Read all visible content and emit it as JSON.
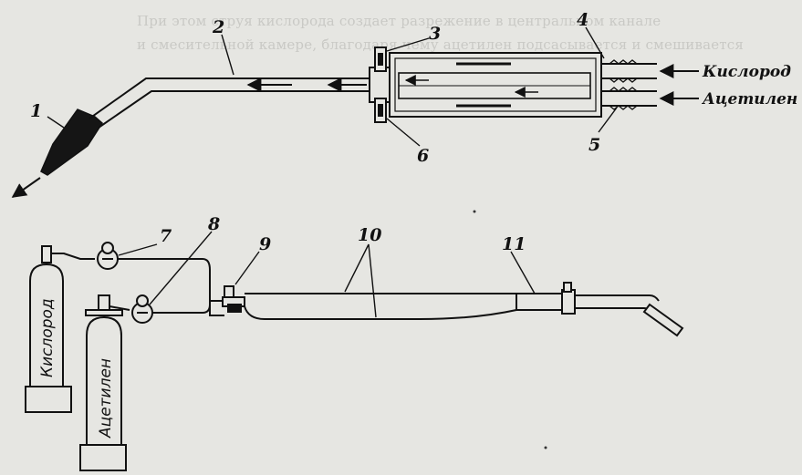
{
  "bleed_text": [
    "При этом струя кислорода создает разрежение в центральном канале",
    "и смесительной камере, благодаря чему ацетилен подсасывается и смешивается"
  ],
  "torch_labels": {
    "tip": "1",
    "tube": "2",
    "nut": "3",
    "oxygen_nipple": "4",
    "acetylene_nipple": "5",
    "valve_nut": "6"
  },
  "gas_labels": {
    "oxygen": "Кислород",
    "acetylene": "Ацетилен"
  },
  "system_labels": {
    "oxygen_reducer": "7",
    "acetylene_reducer": "8",
    "safety_valve": "9",
    "hoses": "10",
    "torch": "11"
  },
  "cylinders": {
    "oxygen": "Кислород",
    "acetylene": "Ацетилен"
  }
}
